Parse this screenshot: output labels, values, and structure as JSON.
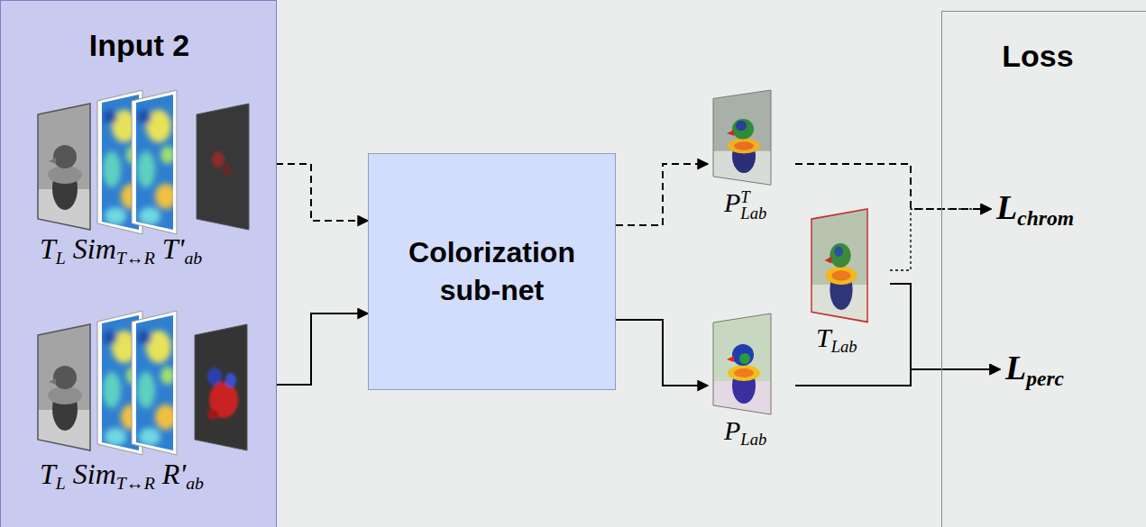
{
  "diagram": {
    "nodes": [
      {
        "text": [
          "Input 2"
        ]
      },
      {
        "text": [
          "T",
          "L",
          "Sim",
          "T↔R",
          "T'",
          "ab"
        ],
        "in": 0
      },
      {
        "text": [
          "T",
          "L",
          "Sim",
          "T↔R",
          "R'",
          "ab"
        ],
        "in": 0
      },
      {
        "text": [
          "Colorization sub-net"
        ]
      },
      {
        "text": [
          "P",
          "T",
          "Lab"
        ]
      },
      {
        "text": [
          "P",
          "Lab"
        ]
      },
      {
        "text": [
          "T",
          "Lab"
        ]
      },
      {
        "text": [
          "Loss"
        ]
      },
      {
        "text": [
          "L",
          "chrom"
        ],
        "in": 7
      },
      {
        "text": [
          "L",
          "perc"
        ],
        "in": 7
      }
    ],
    "edges": [
      {
        "from": 1,
        "to": 3,
        "arrow": "to"
      },
      {
        "from": 2,
        "to": 3,
        "arrow": "to"
      },
      {
        "from": 3,
        "to": 4,
        "arrow": "to"
      },
      {
        "from": 3,
        "to": 5,
        "arrow": "to"
      },
      {
        "from": 4,
        "to": 8,
        "arrow": "to"
      },
      {
        "from": 6,
        "to": 8,
        "arrow": "to"
      },
      {
        "from": 6,
        "to": 9,
        "arrow": "to"
      },
      {
        "from": 5,
        "to": 9,
        "arrow": "to"
      }
    ]
  }
}
